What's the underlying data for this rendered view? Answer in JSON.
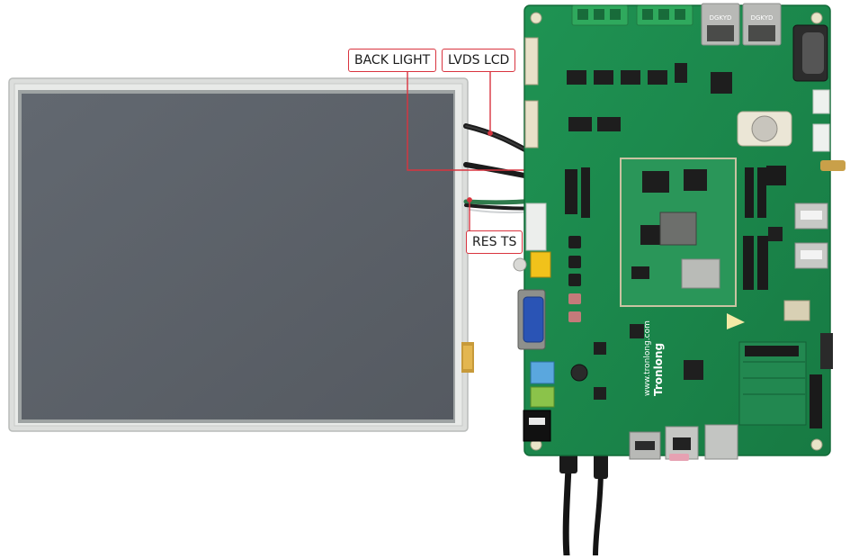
{
  "callouts": {
    "back_light": "BACK LIGHT",
    "lvds_lcd": "LVDS LCD",
    "res_ts": "RES TS"
  },
  "board": {
    "brand_text": "www.tronlong.com",
    "brand_name": "Tronlong",
    "rj45_left": "DGKYD",
    "rj45_right": "DGKYD"
  },
  "colors": {
    "callout_border": "#d9343f",
    "pcb": "#1f8a4c",
    "lcd_panel": "#5b6067",
    "lcd_frame": "#d3d5d3"
  }
}
